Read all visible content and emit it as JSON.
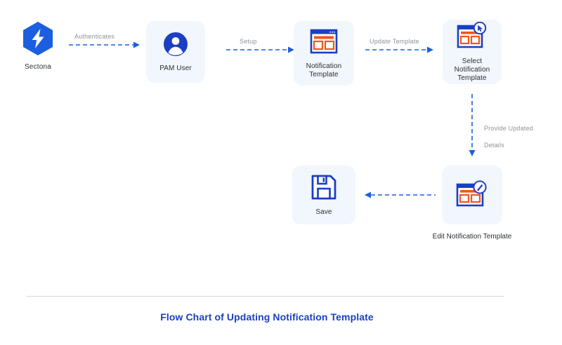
{
  "theme": {
    "brand_blue": "#1b5fe0",
    "deep_blue": "#1b3fc4",
    "accent_orange": "#f4551e",
    "card_bg": "#f2f6fd",
    "label_gray": "#8d9299",
    "text_dark": "#2b2f33",
    "divider": "#d4d6da",
    "page_bg": "#ffffff"
  },
  "nodes": {
    "sectona": {
      "label": "Sectona",
      "icon": "sectona-logo-icon"
    },
    "pam_user": {
      "label": "PAM User",
      "icon": "user-avatar-icon"
    },
    "notification_template": {
      "label": "Notification\nTemplate",
      "line1": "Notification",
      "line2": "Template",
      "icon": "browser-window-icon"
    },
    "select_notification_template": {
      "line1": "Select",
      "line2": "Notification",
      "line3": "Template",
      "icon": "browser-window-cursor-icon"
    },
    "edit_notification_template": {
      "label": "Edit Notification Template",
      "icon": "browser-window-pencil-icon"
    },
    "save": {
      "label": "Save",
      "icon": "floppy-disk-save-icon"
    }
  },
  "edges": {
    "authenticates": {
      "label": "Authenticates",
      "direction": "right"
    },
    "setup": {
      "label": "Setup",
      "direction": "right"
    },
    "update_template": {
      "label": "Update Template",
      "direction": "right"
    },
    "provide_updated_details": {
      "line1": "Provide Updated",
      "line2": "Details",
      "direction": "down"
    },
    "to_save": {
      "label": "",
      "direction": "left"
    }
  },
  "footer": {
    "title": "Flow Chart of Updating Notification Template"
  }
}
